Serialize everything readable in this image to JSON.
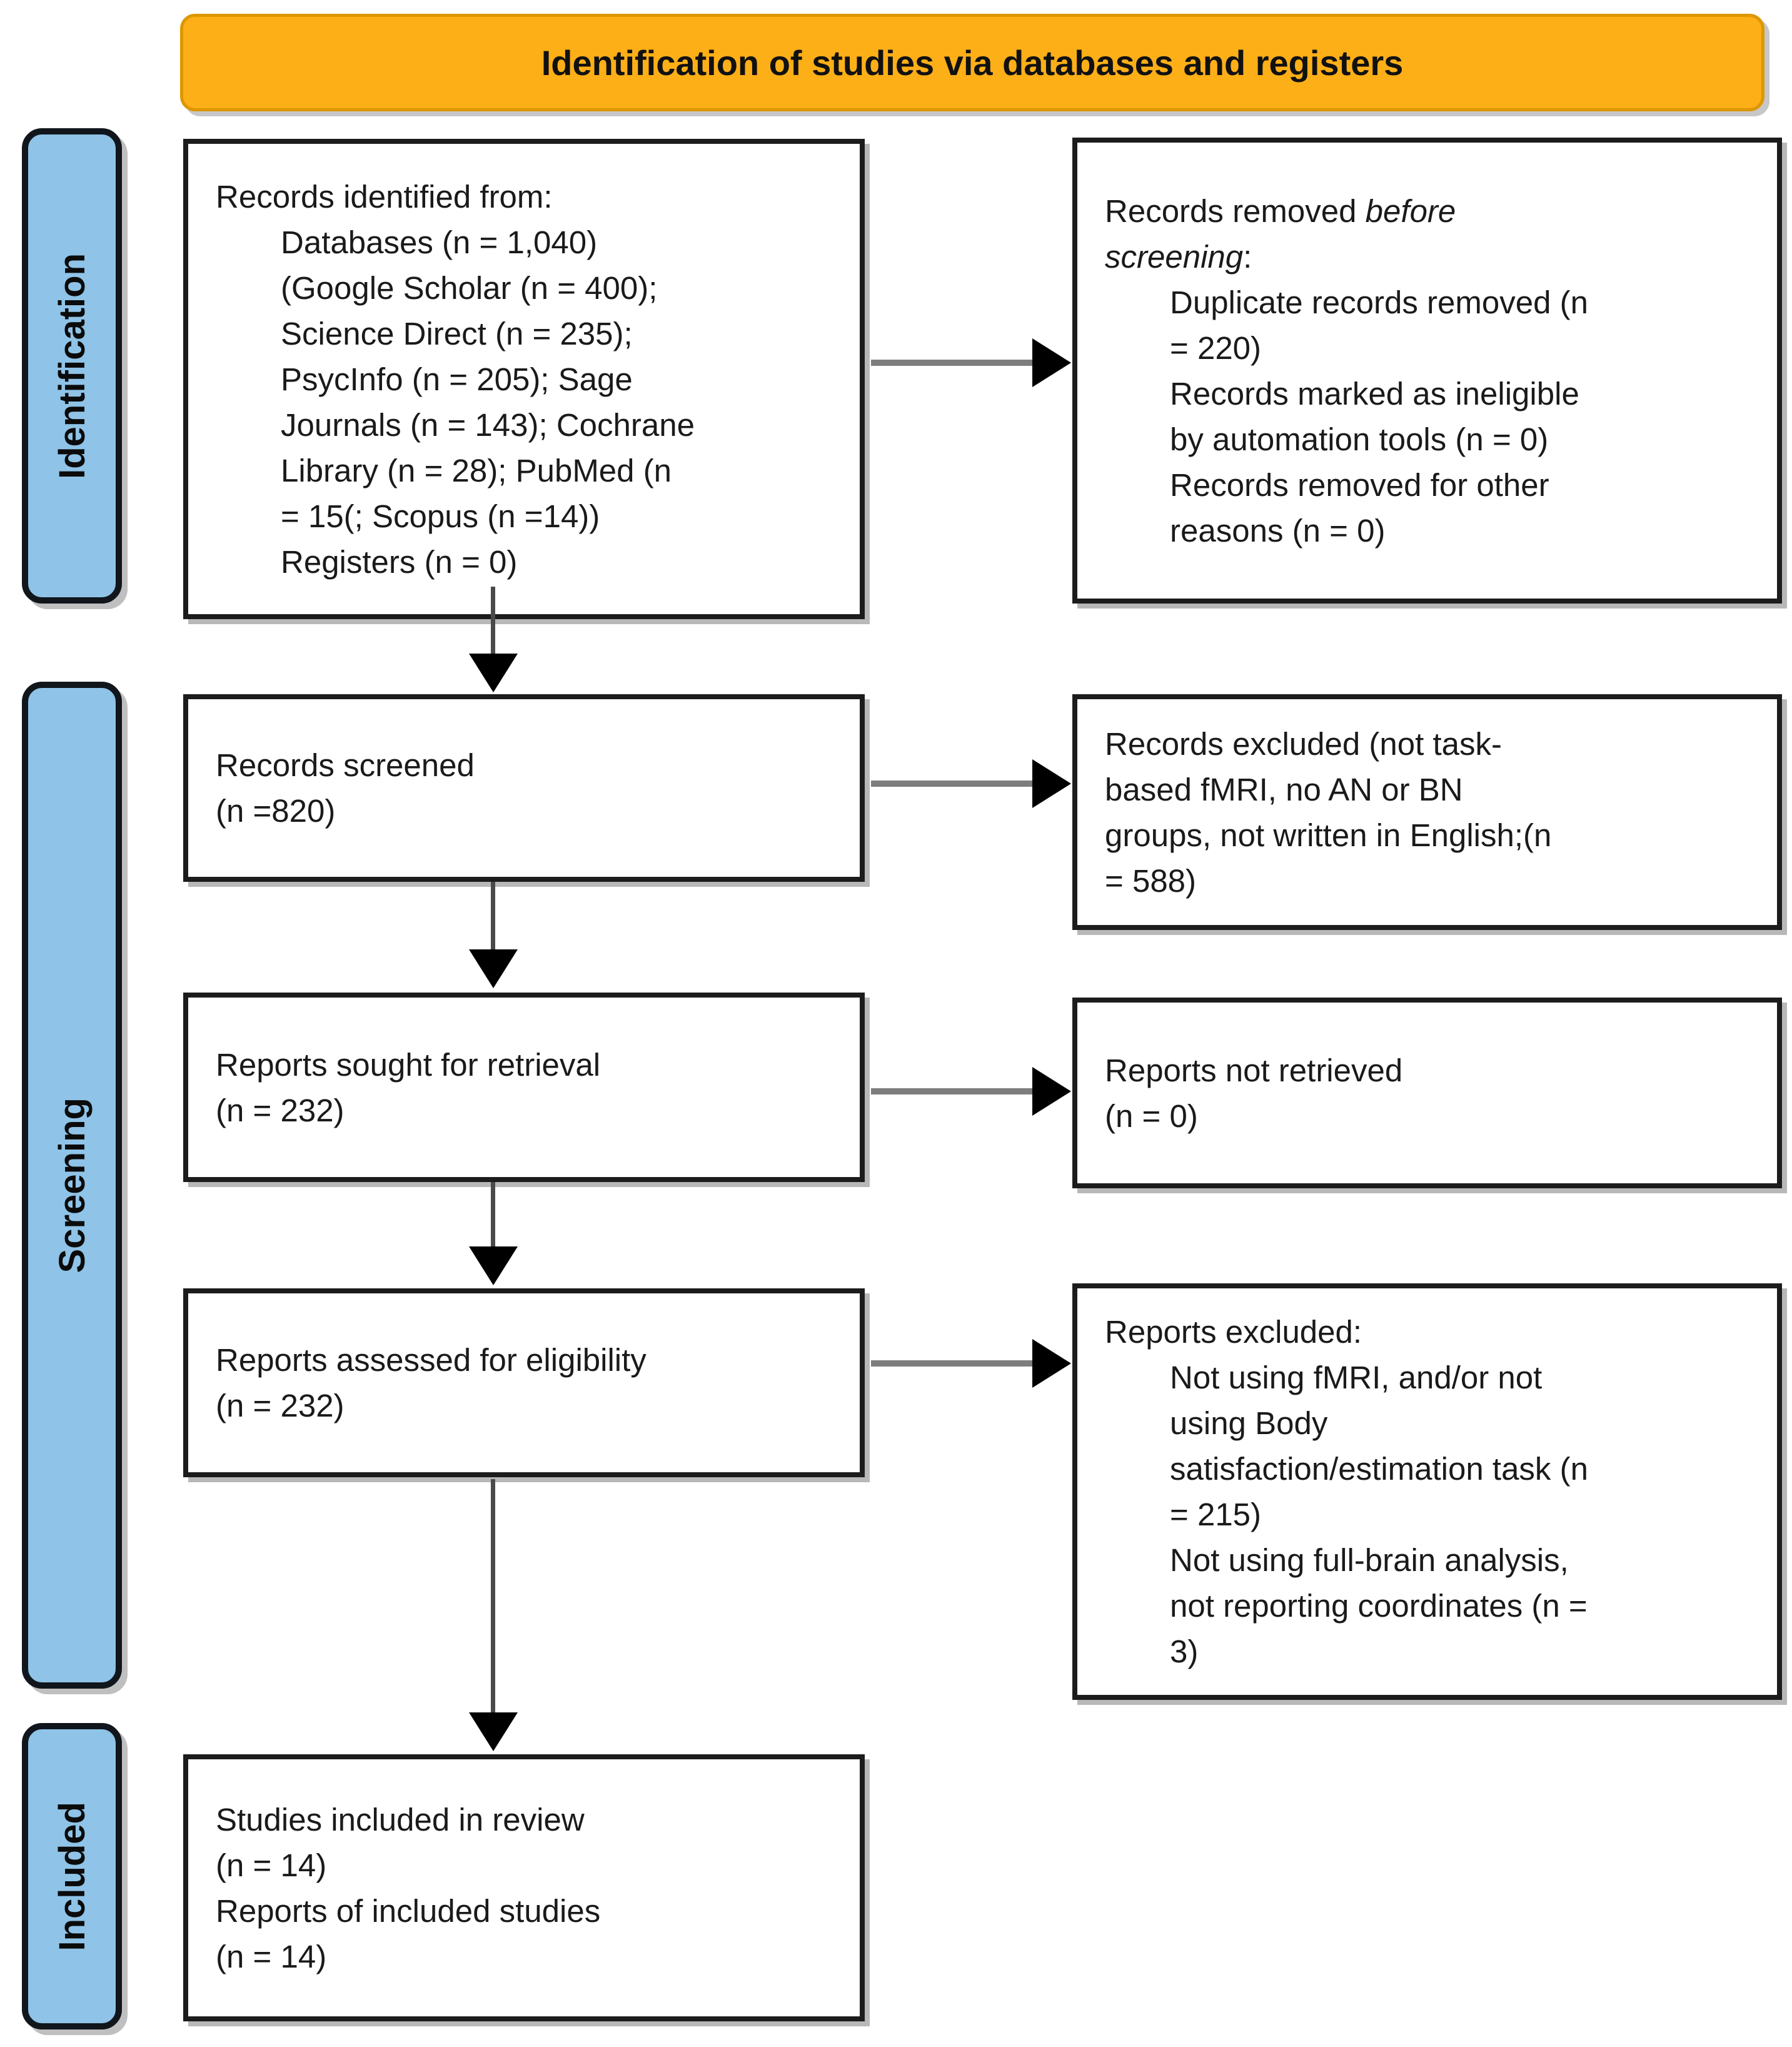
{
  "banner": {
    "label": "Identification of studies via databases and registers"
  },
  "colors": {
    "banner_bg": "#FCAF17",
    "banner_border": "#DD9700",
    "stage_bg": "#8FC3E7",
    "box_border": "#1C1C1C",
    "arrow_line_gray": "#7D7D7D",
    "arrow_head_black": "#000000"
  },
  "sidebar": {
    "stages": [
      {
        "label": "Identification"
      },
      {
        "label": "Screening"
      },
      {
        "label": "Included"
      }
    ]
  },
  "flow": {
    "identified": {
      "lines": [
        "Records identified from:",
        "Databases (n = 1,040)",
        "(Google Scholar (n = 400);",
        "Science Direct (n = 235);",
        "PsycInfo (n = 205); Sage",
        "Journals (n = 143); Cochrane",
        "Library (n = 28); PubMed (n",
        "= 15(; Scopus (n =14))",
        "Registers (n = 0)"
      ]
    },
    "removed": {
      "line1_normal": "Records removed ",
      "line1_italic": "before",
      "line2_italic": "screening",
      "line2_suffix": ":",
      "items": [
        "Duplicate records removed (n",
        "= 220)",
        "Records marked as ineligible",
        "by automation tools (n = 0)",
        "Records removed for other",
        "reasons (n = 0)"
      ]
    },
    "screened": {
      "lines": [
        "Records screened",
        "(n =820)"
      ]
    },
    "excluded_screening": {
      "lines": [
        "Records excluded (not task-",
        "based fMRI, no AN or BN",
        "groups, not written in English;(n",
        "= 588)"
      ]
    },
    "sought": {
      "lines": [
        "Reports sought for retrieval",
        "(n = 232)"
      ]
    },
    "not_retrieved": {
      "lines": [
        "Reports not retrieved",
        "(n = 0)"
      ]
    },
    "assessed": {
      "lines": [
        "Reports assessed for eligibility",
        "(n = 232)"
      ]
    },
    "excluded_eligibility": {
      "title": "Reports excluded:",
      "items": [
        "Not using fMRI, and/or not",
        "using Body",
        "satisfaction/estimation task (n",
        "= 215)",
        "Not using full-brain analysis,",
        "not reporting coordinates (n =",
        "3)"
      ]
    },
    "included": {
      "lines": [
        "Studies included in review",
        "(n = 14)",
        "Reports of included studies",
        "(n = 14)"
      ]
    }
  }
}
